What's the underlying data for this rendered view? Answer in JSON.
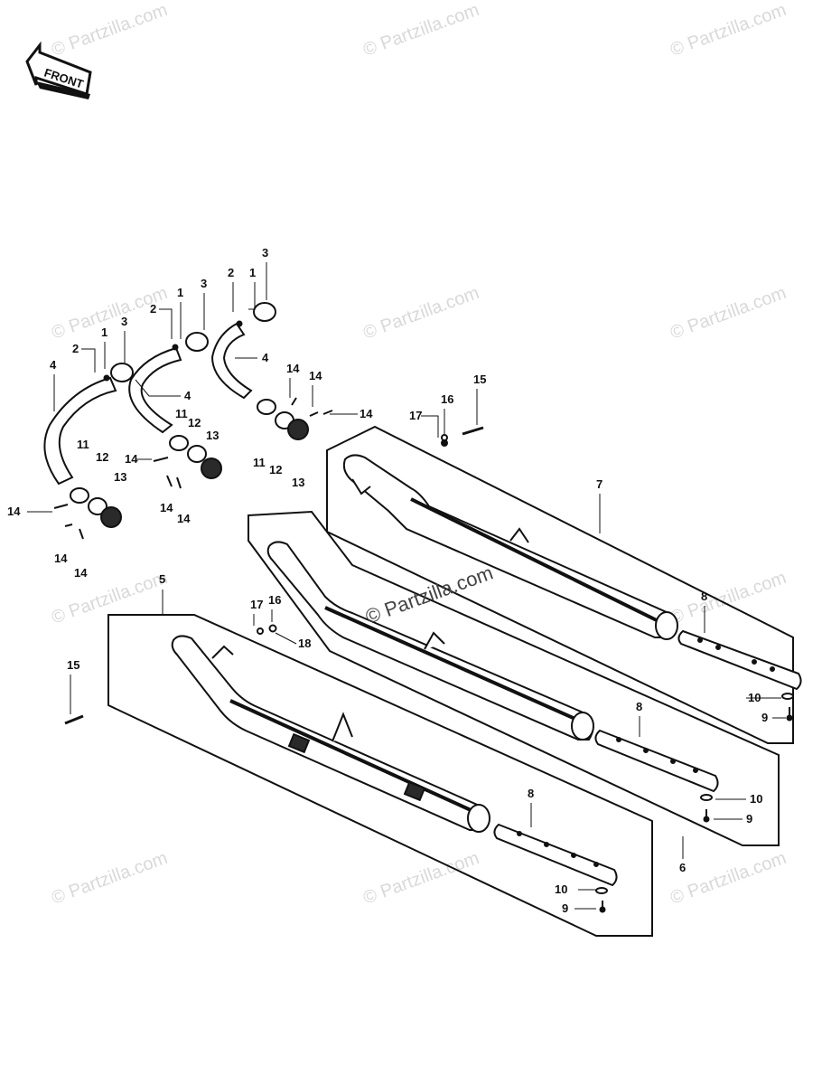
{
  "front_label": "FRONT",
  "watermark_text": "© Partzilla.com",
  "callouts": {
    "c1a": "1",
    "c1b": "1",
    "c1c": "1",
    "c2a": "2",
    "c2b": "2",
    "c2c": "2",
    "c3a": "3",
    "c3b": "3",
    "c3c": "3",
    "c4a": "4",
    "c4b": "4",
    "c4c": "4",
    "c5": "5",
    "c6": "6",
    "c7": "7",
    "c8a": "8",
    "c8b": "8",
    "c8c": "8",
    "c9a": "9",
    "c9b": "9",
    "c9c": "9",
    "c10a": "10",
    "c10b": "10",
    "c10c": "10",
    "c11a": "11",
    "c11b": "11",
    "c11c": "11",
    "c12a": "12",
    "c12b": "12",
    "c12c": "12",
    "c13a": "13",
    "c13b": "13",
    "c13c": "13",
    "c14a": "14",
    "c14b": "14",
    "c14c": "14",
    "c14d": "14",
    "c14e": "14",
    "c14f": "14",
    "c14g": "14",
    "c14h": "14",
    "c14i": "14",
    "c15a": "15",
    "c15b": "15",
    "c16a": "16",
    "c16b": "16",
    "c17a": "17",
    "c17b": "17",
    "c18": "18"
  },
  "colors": {
    "line": "#111111",
    "fill_dark": "#2a2a2a",
    "watermark": "#d9d9d9"
  }
}
